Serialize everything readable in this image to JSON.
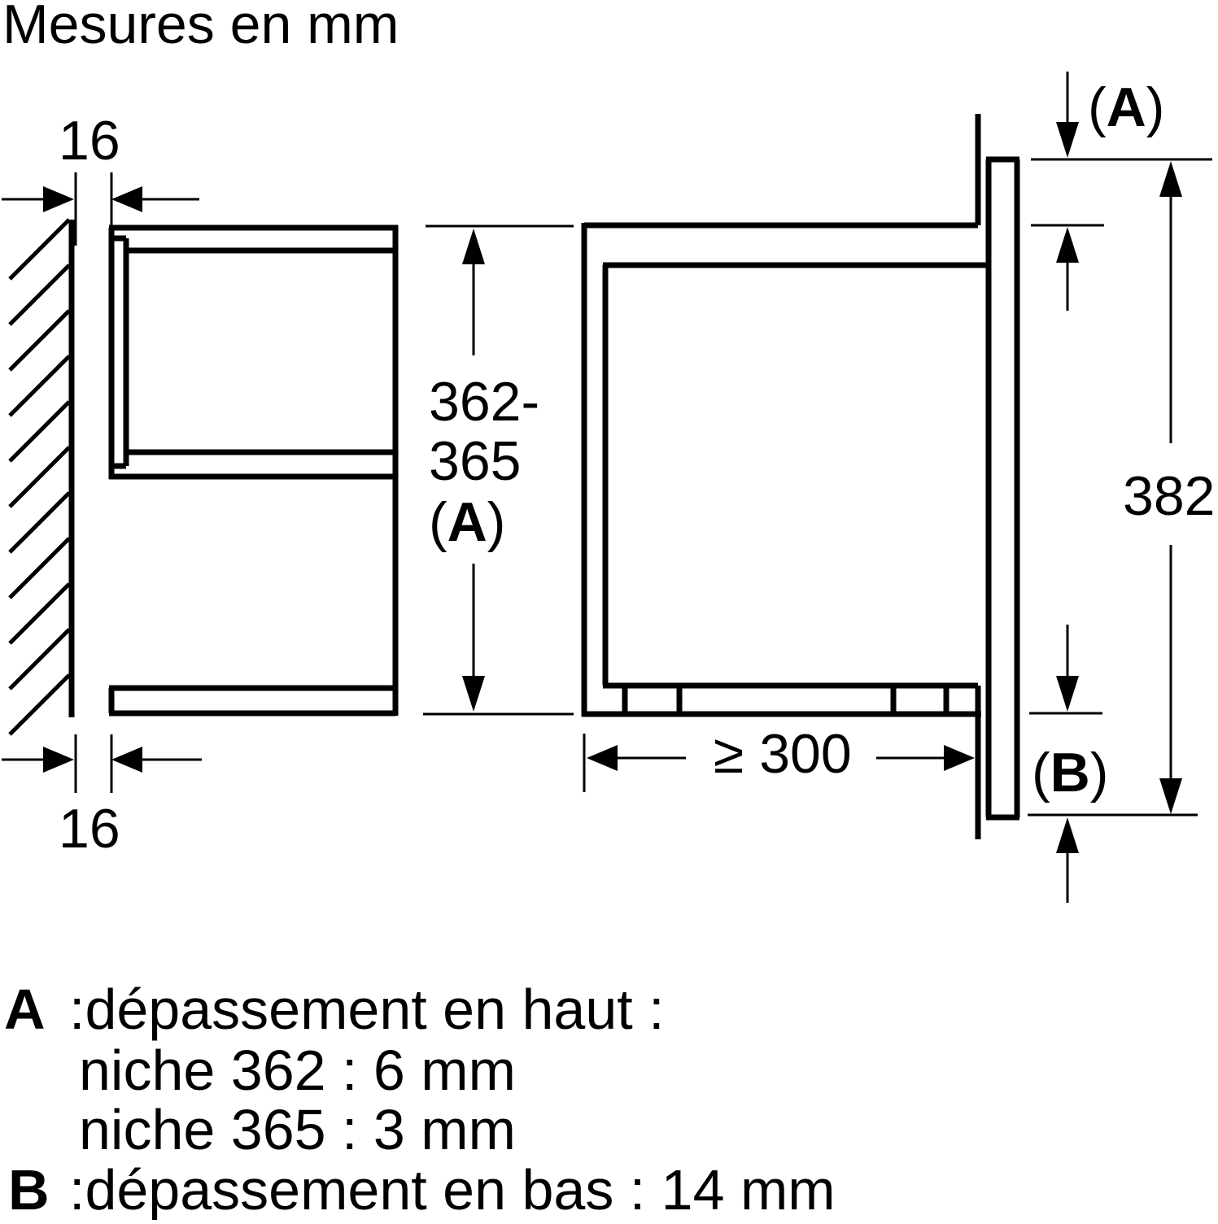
{
  "title": "Mesures en mm",
  "dims": {
    "gap_top": "16",
    "gap_bottom": "16",
    "niche_height_1": "362-",
    "niche_height_2": "365",
    "depth_min": "≥ 300",
    "front_height": "382"
  },
  "labels": {
    "a": "A",
    "b": "B",
    "paren_open": "(",
    "paren_close": ")"
  },
  "legend": {
    "a_key": "A",
    "a_text": ":dépassement en haut :",
    "a_detail_1": "niche 362 : 6 mm",
    "a_detail_2": "niche 365 : 3 mm",
    "b_key": "B",
    "b_text": ":dépassement en bas : 14 mm"
  },
  "colors": {
    "line": "#000000",
    "background": "#ffffff"
  }
}
